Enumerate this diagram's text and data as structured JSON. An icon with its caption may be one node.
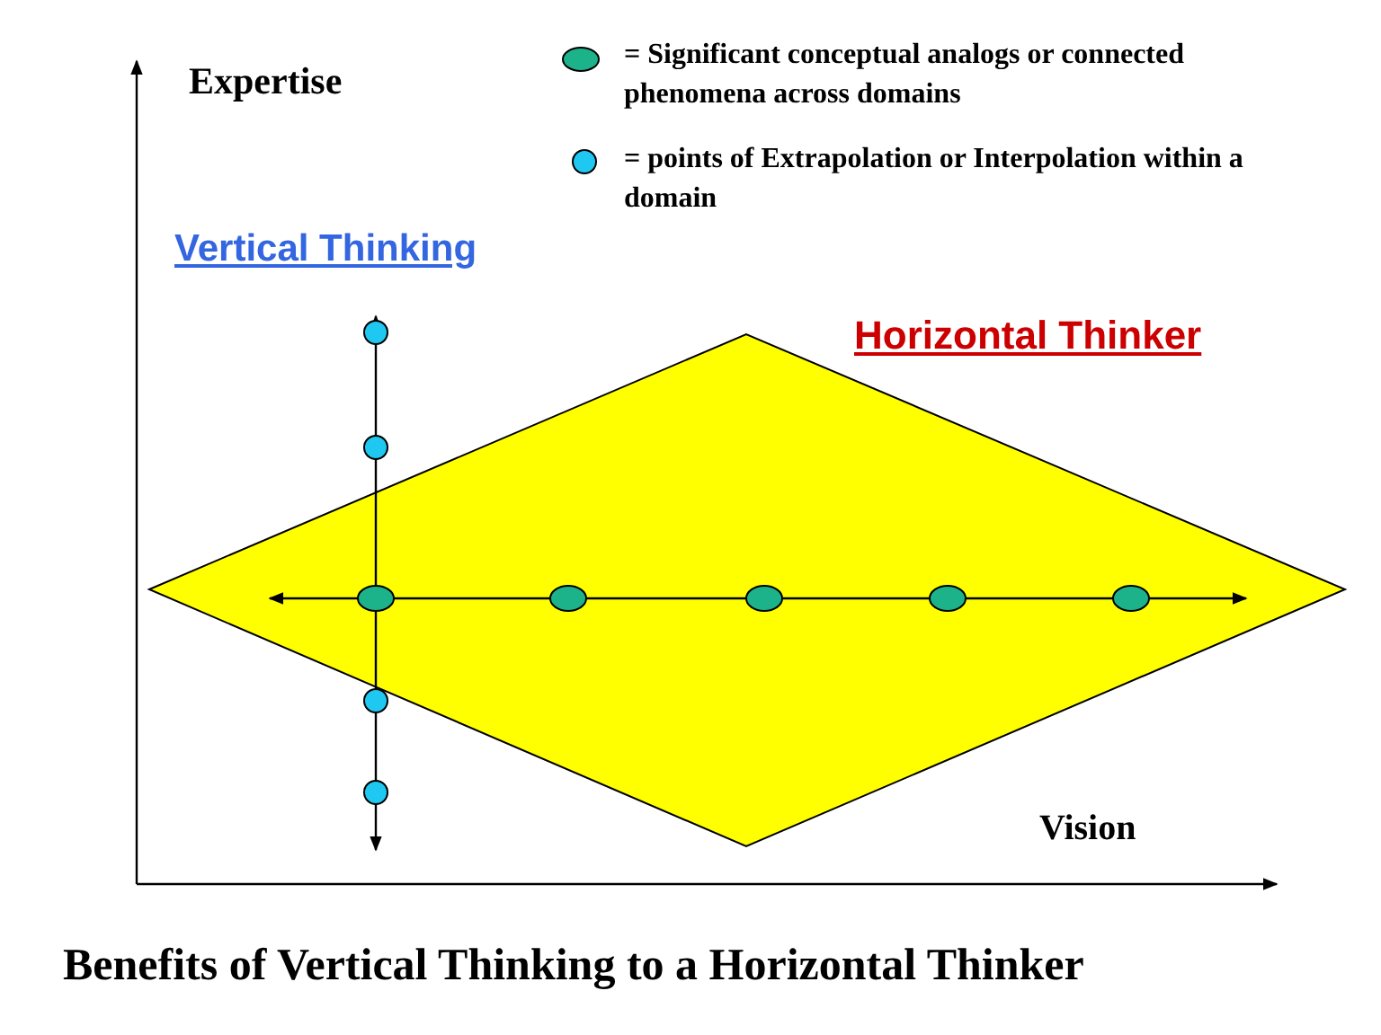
{
  "diagram": {
    "caption": "Benefits of Vertical Thinking to a Horizontal Thinker",
    "labels": [
      "Expertise",
      "Vertical Thinking",
      "Horizontal Thinker",
      "Vision"
    ],
    "legend": [
      {
        "text": "= Significant conceptual analogs or connected phenomena across domains",
        "color": "#1db38a"
      },
      {
        "text": "= points of Extrapolation or Interpolation within a domain",
        "color": "#1ec8f0"
      }
    ]
  }
}
